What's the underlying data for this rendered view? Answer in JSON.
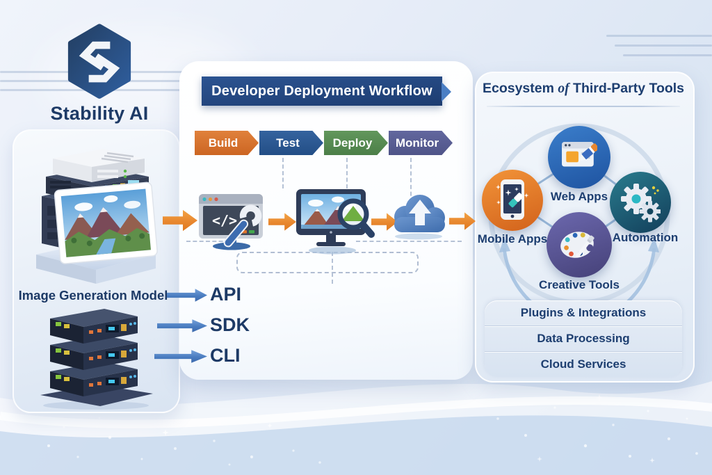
{
  "brand": {
    "name": "Stability AI"
  },
  "left_panel": {
    "model_label": "Image Generation Model",
    "interfaces": [
      {
        "label": "API"
      },
      {
        "label": "SDK"
      },
      {
        "label": "CLI"
      }
    ],
    "illustrations": [
      "server-stack-with-generated-landscape",
      "server-rack"
    ]
  },
  "workflow": {
    "title": "Developer Deployment Workflow",
    "stages": [
      {
        "label": "Build",
        "color": "#d4702d"
      },
      {
        "label": "Test",
        "color": "#2c5a94"
      },
      {
        "label": "Deploy",
        "color": "#578f54"
      },
      {
        "label": "Monitor",
        "color": "#5b6095"
      }
    ],
    "code_glyph": "</>",
    "step_icons": [
      "code-window-wrench-icon",
      "monitor-image-magnifier-icon",
      "cloud-upload-icon"
    ],
    "connector_icon": "arrow-right"
  },
  "ecosystem": {
    "title": {
      "part1": "Ecosystem",
      "part2": "of",
      "part3": "Third-Party Tools"
    },
    "nodes": [
      {
        "label": "Web Apps",
        "color": "#2a6cb5",
        "icon": "browser-pen-icon"
      },
      {
        "label": "Mobile Apps",
        "color": "#e0792a",
        "icon": "smartphone-sparkles-icon"
      },
      {
        "label": "Automation",
        "color": "#1d5f74",
        "icon": "gears-icon"
      },
      {
        "label": "Creative Tools",
        "color": "#5a579a",
        "icon": "palette-brush-icon"
      }
    ],
    "categories": [
      {
        "label": "Plugins & Integrations"
      },
      {
        "label": "Data Processing"
      },
      {
        "label": "Cloud Services"
      }
    ]
  },
  "colors": {
    "text_navy": "#1d3a66",
    "banner_blue": "#24477e",
    "arrow_orange": "#e8872f",
    "arrow_blue": "#4a7cc0",
    "panel_bg": "#f4f8fc"
  }
}
